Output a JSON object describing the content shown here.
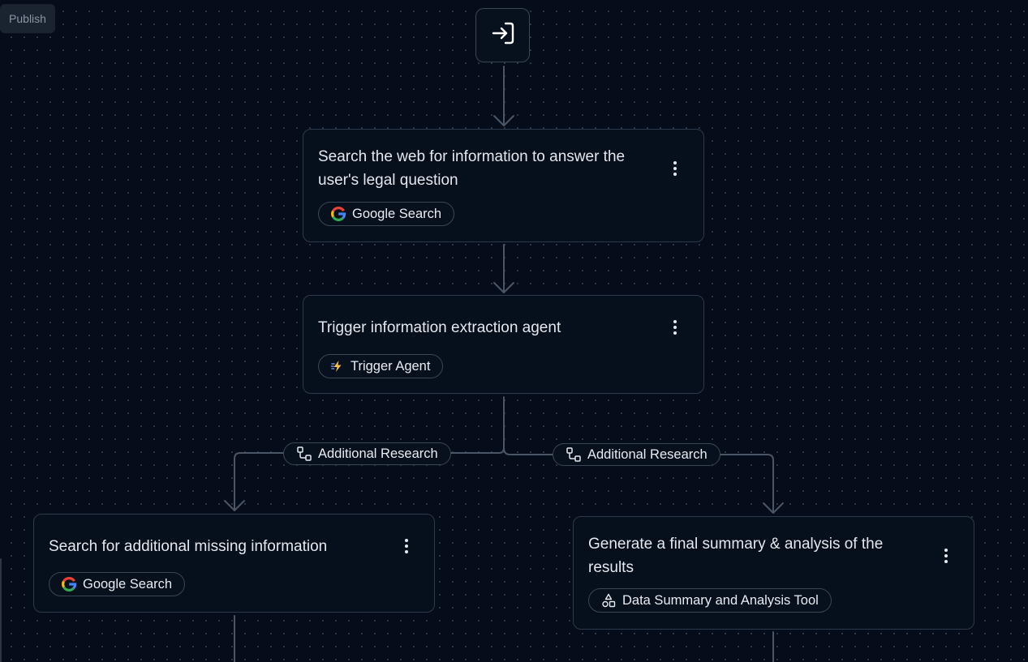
{
  "toolbar": {
    "publish_label": "Publish"
  },
  "start_node": {
    "icon": "login-arrow-icon"
  },
  "nodes": [
    {
      "title": "Search the web for information to answer the user's legal question",
      "tool": "Google Search",
      "tool_icon": "google-g-icon"
    },
    {
      "title": "Trigger information extraction agent",
      "tool": "Trigger Agent",
      "tool_icon": "lightning-agent-icon"
    },
    {
      "title": "Search for additional missing information",
      "tool": "Google Search",
      "tool_icon": "google-g-icon"
    },
    {
      "title": "Generate a final summary & analysis of the results",
      "tool": "Data Summary and Analysis Tool",
      "tool_icon": "shapes-icon"
    }
  ],
  "edge_labels": [
    {
      "label": "Additional Research",
      "icon": "branch-icon"
    },
    {
      "label": "Additional Research",
      "icon": "branch-icon"
    }
  ],
  "colors": {
    "background": "#050d1a",
    "node_border": "#2b3a4c",
    "edge": "#4a5666",
    "text": "#e6eaf0"
  }
}
